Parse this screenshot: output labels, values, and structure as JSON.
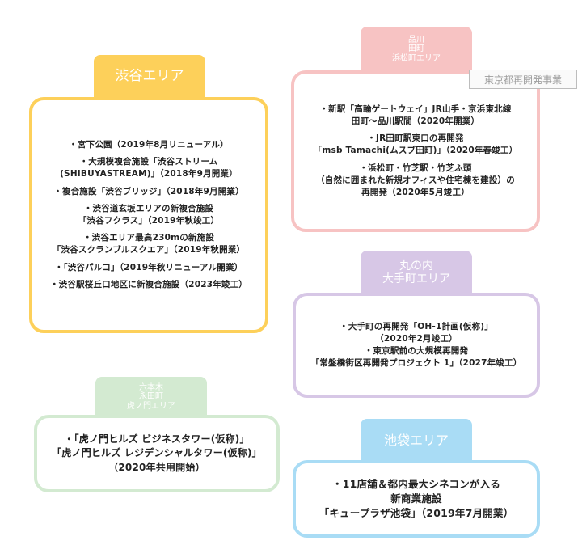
{
  "shibuya": {
    "title": "渋谷エリア",
    "items": [
      [
        "・宮下公園（2019年8月リニューアル）"
      ],
      [
        "・大規模複合施設「渋谷ストリーム",
        "(SHIBUYASTREAM)」（2018年9月開業）"
      ],
      [
        "・複合施設「渋谷ブリッジ」（2018年9月開業）"
      ],
      [
        "・渋谷道玄坂エリアの新複合施設",
        "「渋谷フクラス」（2019年秋竣工）"
      ],
      [
        "・渋谷エリア最高230mの新施設",
        "「渋谷スクランブルスクエア」（2019年秋開業）"
      ],
      [
        "・「渋谷パルコ」（2019年秋リニューアル開業）"
      ],
      [
        "・渋谷駅桜丘口地区に新複合施設（2023年竣工）"
      ]
    ]
  },
  "shinagawa": {
    "title_lines": [
      "品川",
      "田町",
      "浜松町エリア"
    ],
    "items": [
      [
        "・新駅「高輪ゲートウェイ」JR山手・京浜東北線",
        "田町～品川駅間（2020年開業）"
      ],
      [
        "・JR田町駅東口の再開発",
        "「msb Tamachi(ムスブ田町)」（2020年春竣工）"
      ],
      [
        "・浜松町・竹芝駅・竹芝ふ頭",
        "（自然に囲まれた新規オフィスや住宅棟を建設）の",
        "再開発（2020年5月竣工）"
      ]
    ]
  },
  "stamp": "東京都再開発事業",
  "marunouchi": {
    "title_lines": [
      "丸の内",
      "大手町エリア"
    ],
    "items": [
      [
        "・大手町の再開発「OH-1計画(仮称)」",
        "（2020年2月竣工）",
        "・東京駅前の大規模再開発",
        "「常盤橋街区再開発プロジェクト 1」（2027年竣工）"
      ]
    ]
  },
  "roppongi": {
    "title_lines": [
      "六本木",
      "永田町",
      "虎ノ門エリア"
    ],
    "items": [
      [
        "・「虎ノ門ヒルズ ビジネスタワー(仮称)」",
        "「虎ノ門ヒルズ レジデンシャルタワー(仮称)」",
        "（2020年共用開始）"
      ]
    ]
  },
  "ikebukuro": {
    "title": "池袋エリア",
    "items": [
      [
        "・11店舗＆都内最大シネコンが入る",
        "新商業施設",
        "「キュープラザ池袋」（2019年7月開業）"
      ]
    ]
  },
  "colors": {
    "shibuya": "#fdd05a",
    "shinagawa": "#f7c3c3",
    "marunouchi": "#d7c7e6",
    "roppongi": "#d3ead1",
    "ikebukuro": "#a9dcf5"
  }
}
